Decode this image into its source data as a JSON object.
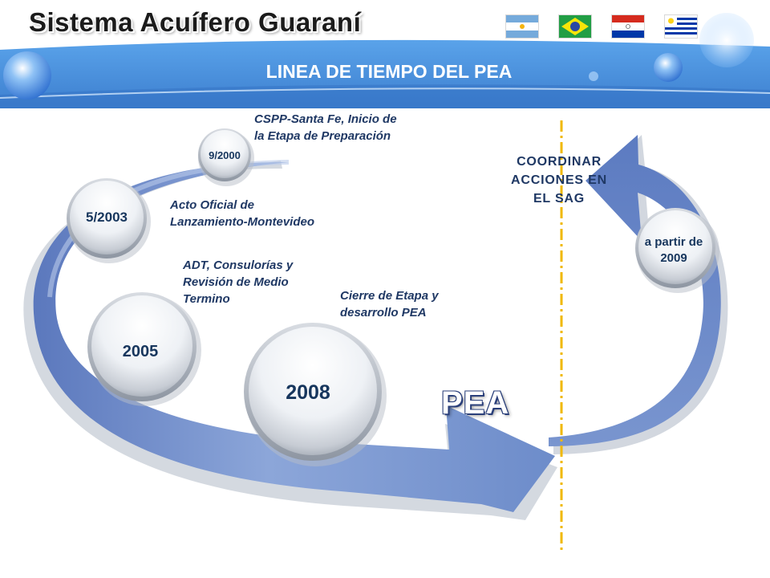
{
  "header": {
    "title": "Sistema Acuífero Guaraní",
    "subtitle": "LINEA DE TIEMPO DEL PEA",
    "flags": [
      "argentina-flag",
      "brazil-flag",
      "paraguay-flag",
      "uruguay-flag"
    ]
  },
  "timeline": {
    "badges": {
      "b1": "9/2000",
      "b2": "5/2003",
      "b3": "2005",
      "b4": "2008",
      "b5_line1": "a partir de",
      "b5_line2": "2009"
    },
    "notes": {
      "n1_line1": "CSPP-Santa Fe, Inicio de",
      "n1_line2": "la Etapa de Preparación",
      "n2_line1": "Acto Oficial de",
      "n2_line2": "Lanzamiento-Montevideo",
      "n3_line1": "ADT, Consulorías y",
      "n3_line2": "Revisión de Medio",
      "n3_line3": "Termino",
      "n4_line1": "Cierre de Etapa y",
      "n4_line2": "desarrollo PEA"
    },
    "coordinate": {
      "line1": "COORDINAR",
      "line2": "ACCIONES EN",
      "line3": "EL SAG"
    },
    "arrow_label": "PEA"
  },
  "colors": {
    "header_blue": "#4a8fd8",
    "arrow_blue": "#6f8ec9",
    "arrow_dark": "#44619f",
    "dashed_line": "#f0b800"
  }
}
